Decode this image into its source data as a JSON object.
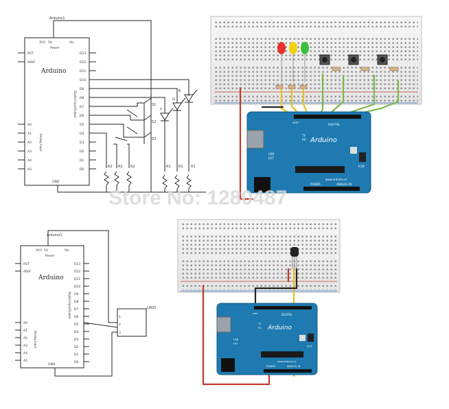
{
  "watermark": "Store No: 1280487",
  "schematic_top": {
    "ref": "Arduino1",
    "title": "Arduino",
    "power_pins": [
      "3V3",
      "5V",
      "Vin"
    ],
    "power_label": "Power",
    "left_pins": [
      "RST",
      "AREF",
      "A0",
      "A1",
      "A2",
      "A3",
      "A4",
      "A5"
    ],
    "analog_label": "Analog Input",
    "digital_label": "Digital Input/Output",
    "right_pins": [
      "D13",
      "D12",
      "D11",
      "D10",
      "D9",
      "D8",
      "D7",
      "D6",
      "D5",
      "D4",
      "D3",
      "D2",
      "D1",
      "D0"
    ],
    "gnd": "GND",
    "switches": [
      "S1",
      "S2",
      "S3"
    ],
    "resistors_r2": [
      "R2",
      "R2",
      "R2"
    ],
    "resistors_r1": [
      "R1",
      "R1",
      "R1"
    ],
    "leds": [
      "Y",
      "G",
      "R"
    ]
  },
  "schematic_bottom": {
    "ref": "Arduino1",
    "title": "Arduino",
    "power_pins": [
      "3V3",
      "5V",
      "Vin"
    ],
    "power_label": "Power",
    "left_pins": [
      "RST",
      "AREF",
      "A0",
      "A1",
      "A2",
      "A3",
      "A4",
      "A5"
    ],
    "analog_label": "Analog Input",
    "digital_label": "Digital Input/Output",
    "right_pins": [
      "D13",
      "D12",
      "D11",
      "D10",
      "D9",
      "D8",
      "D7",
      "D6",
      "D5",
      "D4",
      "D3",
      "D2",
      "D1",
      "D0"
    ],
    "gnd": "GND",
    "sensor": "LM35",
    "sensor_pins": [
      "1",
      "2",
      "3"
    ]
  },
  "photo_top": {
    "board_name": "Arduino",
    "header_label": "DIGITAL",
    "bottom_label": "POWER",
    "analog_label": "ANALOG IN",
    "url": "www.arduino.cc",
    "icsp": "ICSP",
    "aref": "AREF",
    "tx": "TX",
    "rx": "RX",
    "ext": "EXT",
    "usb": "USB",
    "led_colors": [
      "#e8312b",
      "#f2d10f",
      "#3cbf3a"
    ]
  },
  "photo_bottom": {
    "board_name": "Arduino",
    "header_label": "DIGITAL",
    "bottom_label": "POWER",
    "analog_label": "ANALOG IN",
    "url": "www.arduino.cc",
    "icsp": "ICSP",
    "aref": "AREF",
    "tx": "TX",
    "rx": "RX",
    "ext": "EXT",
    "usb": "USB"
  }
}
